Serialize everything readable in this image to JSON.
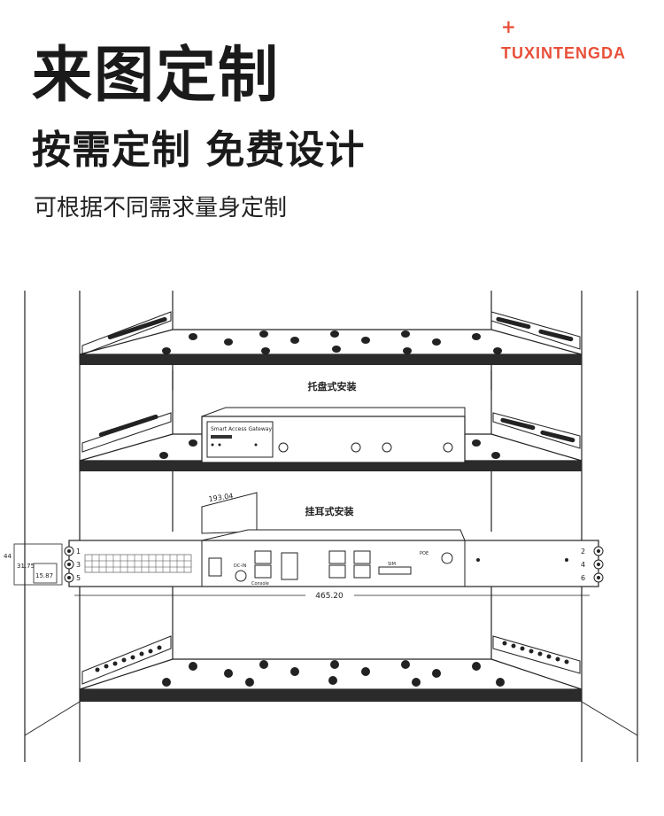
{
  "brand": {
    "plus": "+",
    "name": "TUXINTENGDA"
  },
  "headline": {
    "title": "来图定制",
    "subtitle": "按需定制 免费设计",
    "description": "可根据不同需求量身定制"
  },
  "illustration": {
    "tray_mount_label": "托盘式安装",
    "ear_mount_label": "挂耳式安装",
    "device_name": "Smart Access Gateway",
    "dimensions": {
      "depth": "193.04",
      "height_total": "44",
      "hole_span": "31.75",
      "hole_half": "15.87",
      "width": "465.20"
    },
    "ear_numbers_left": [
      "1",
      "3",
      "5"
    ],
    "ear_numbers_right": [
      "2",
      "4",
      "6"
    ],
    "port_labels": {
      "dc_in": "DC-IN",
      "console": "Console",
      "poe": "POE",
      "sim": "SIM"
    }
  }
}
